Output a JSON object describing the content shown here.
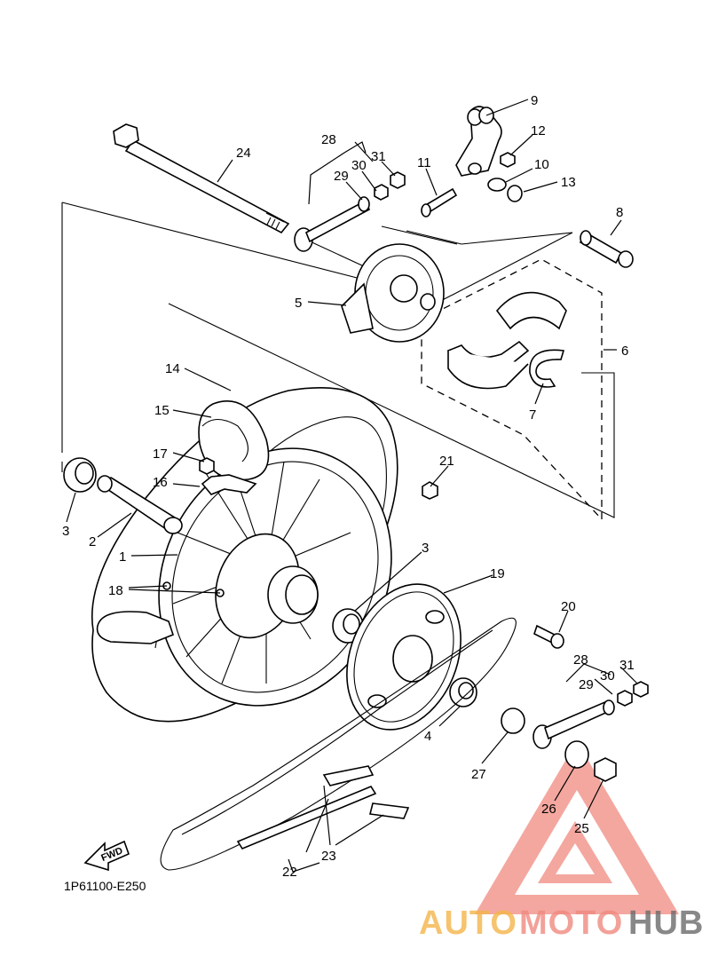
{
  "diagram_code": "1P61100-E250",
  "fwd_label": "FWD",
  "labels": {
    "l1": "1",
    "l2": "2",
    "l3a": "3",
    "l3b": "3",
    "l4": "4",
    "l5": "5",
    "l6": "6",
    "l7": "7",
    "l8": "8",
    "l9": "9",
    "l10": "10",
    "l11": "11",
    "l12": "12",
    "l13": "13",
    "l14": "14",
    "l15": "15",
    "l16": "16",
    "l17": "17",
    "l18": "18",
    "l19": "19",
    "l20": "20",
    "l21": "21",
    "l22": "22",
    "l23": "23",
    "l24": "24",
    "l25": "25",
    "l26": "26",
    "l27": "27",
    "l28a": "28",
    "l29a": "29",
    "l30a": "30",
    "l31a": "31",
    "l28b": "28",
    "l29b": "29",
    "l30b": "30",
    "l31b": "31"
  },
  "watermark": {
    "auto": "AUTO",
    "moto": "MOTO",
    "hub": "HUB"
  },
  "colors": {
    "watermark_red": "#f08a80",
    "watermark_orange": "#f5b54a",
    "watermark_gray": "#6b6b6b"
  }
}
